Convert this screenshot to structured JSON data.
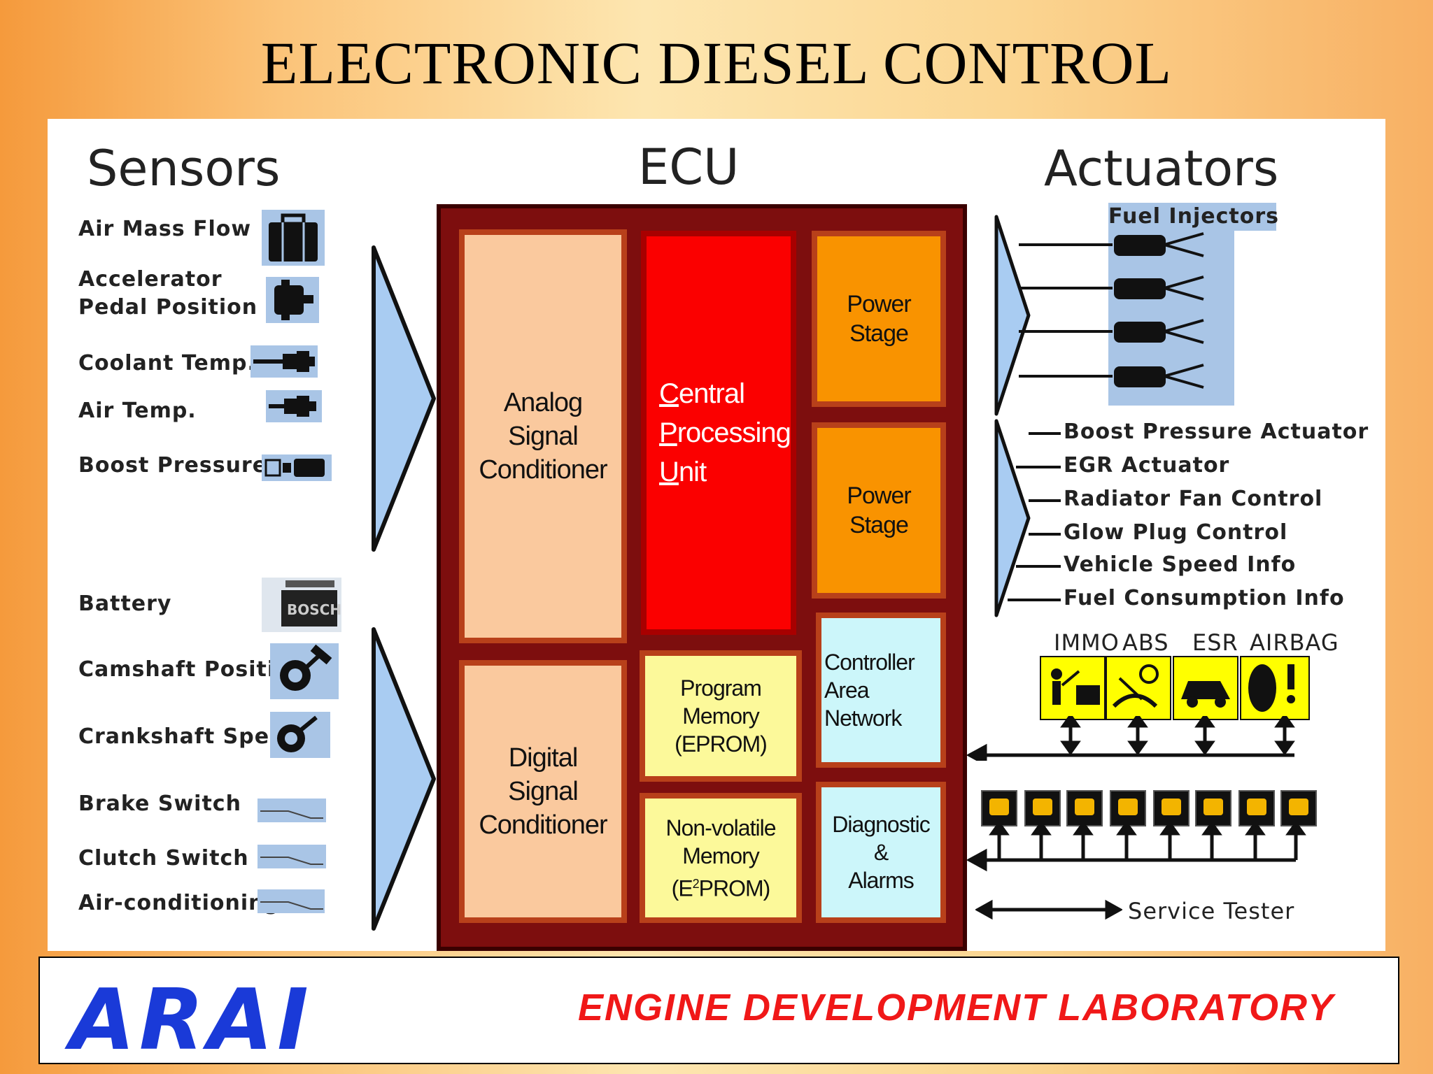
{
  "title": "ELECTRONIC DIESEL CONTROL",
  "headers": {
    "sensors": "Sensors",
    "ecu": "ECU",
    "actuators": "Actuators"
  },
  "sensors": [
    "Air Mass Flow",
    "Accelerator",
    "Pedal Position",
    "Coolant Temp.",
    "Air Temp.",
    "Boost Pressure",
    "Battery",
    "Camshaft Positio",
    "Crankshaft Spee",
    "Brake Switch",
    "Clutch Switch",
    "Air-conditioning"
  ],
  "battery_brand": "BOSCH",
  "ecu_blocks": {
    "analog": [
      "Analog",
      "Signal",
      "Conditioner"
    ],
    "digital": [
      "Digital",
      "Signal",
      "Conditioner"
    ],
    "cpu": [
      "C",
      "entral",
      "P",
      "rocessing",
      "U",
      "nit"
    ],
    "power1": [
      "Power",
      "Stage"
    ],
    "power2": [
      "Power",
      "Stage"
    ],
    "program": [
      "Program",
      "Memory",
      "(EPROM)"
    ],
    "nonvolatile": [
      "Non-volatile",
      "Memory",
      "(E",
      "2",
      "PROM)"
    ],
    "can": [
      "Controller",
      "Area",
      "Network"
    ],
    "diag": [
      "Diagnostic",
      "&",
      "Alarms"
    ]
  },
  "actuators": {
    "fuel_injectors": "Fuel Injectors",
    "list": [
      "Boost Pressure Actuator",
      "EGR Actuator",
      "Radiator Fan Control",
      "Glow Plug Control",
      "Vehicle Speed Info",
      "Fuel Consumption Info"
    ],
    "systems": [
      "IMMO",
      "ABS",
      "ESR",
      "AIRBAG"
    ],
    "service_tester": "Service Tester"
  },
  "footer": {
    "logo": "ARAI",
    "lab": "ENGINE DEVELOPMENT LABORATORY"
  },
  "colors": {
    "ecu_frame": "#7d0e0e",
    "analog": "#fac99e",
    "cpu": "#fb0000",
    "power": "#f99300",
    "memory": "#fcf99a",
    "can": "#ccf6fa",
    "arrow": "#a9ccf2",
    "logo": "#1a3ad8",
    "lab": "#f01818"
  }
}
